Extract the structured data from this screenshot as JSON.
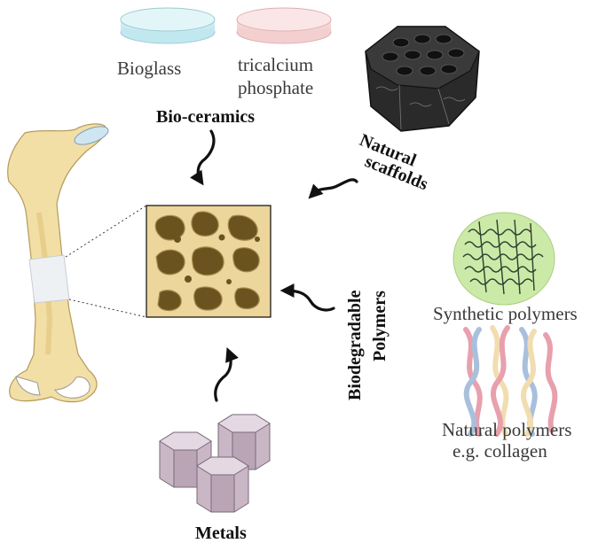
{
  "labels": {
    "bioglass": "Bioglass",
    "tcp_line1": "tricalcium",
    "tcp_line2": "phosphate",
    "bioceramics": "Bio-ceramics",
    "natural_line1": "Natural",
    "natural_line2": "scaffolds",
    "bio_poly_line1": "Biodegradable",
    "bio_poly_line2": "Polymers",
    "synthetic": "Synthetic polymers",
    "natural_poly_line1": "Natural polymers",
    "natural_poly_line2": "e.g. collagen",
    "metals": "Metals"
  },
  "colors": {
    "bone": "#f2dfa6",
    "bone_shade": "#e6cc86",
    "scaffold_bg": "#6b5320",
    "scaffold_struts": "#ecd69c",
    "bioglass_dish": "#d6f1f5",
    "tcp_dish": "#f8dede",
    "synthetic_disc": "#cbeaa8",
    "metal": "#c9b7c6",
    "arrow": "#111111"
  }
}
